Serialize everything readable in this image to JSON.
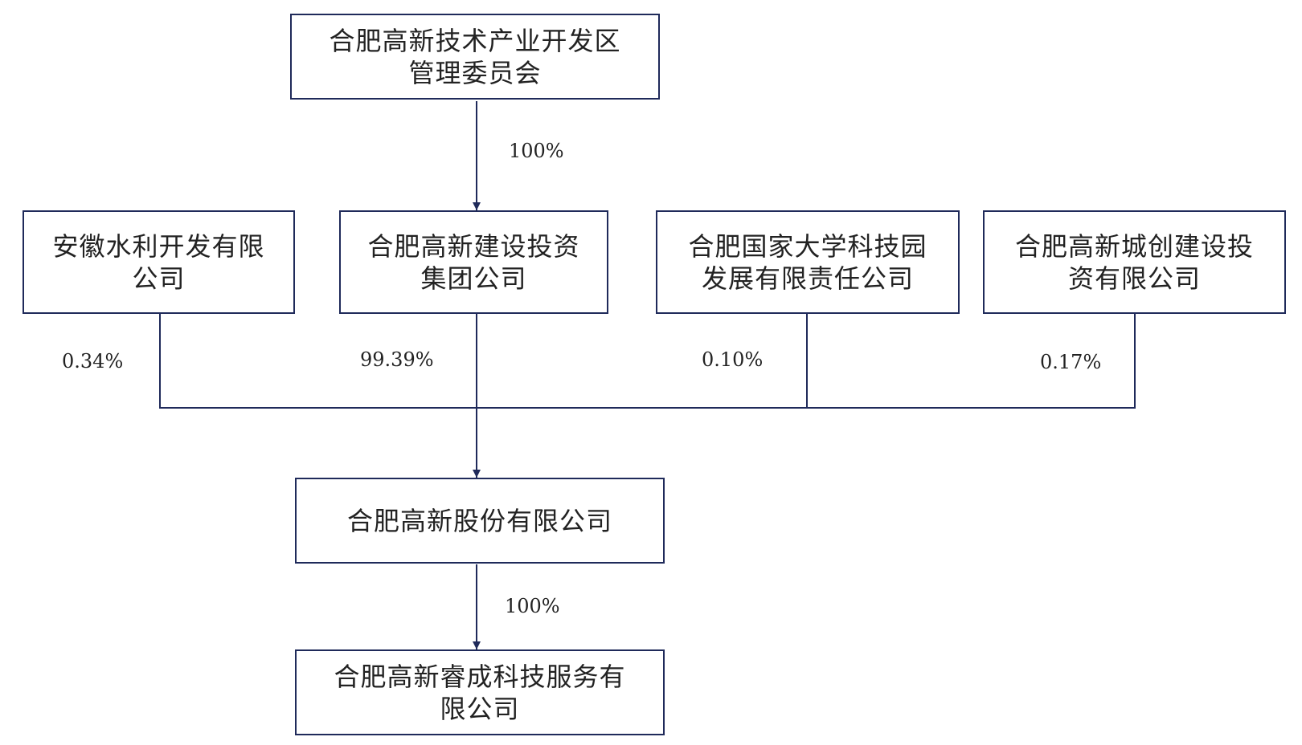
{
  "entities": {
    "committee": {
      "line1": "合肥高新技术产业开发区",
      "line2": "管理委员会"
    },
    "anhui_water": {
      "line1": "安徽水利开发有限",
      "line2": "公司"
    },
    "construction_group": {
      "line1": "合肥高新建设投资",
      "line2": "集团公司"
    },
    "univ_science_park": {
      "line1": "合肥国家大学科技园",
      "line2": "发展有限责任公司"
    },
    "city_construction": {
      "line1": "合肥高新城创建设投",
      "line2": "资有限公司"
    },
    "hefei_gaoxin_shares": {
      "line1": "合肥高新股份有限公司"
    },
    "ruicheng": {
      "line1": "合肥高新睿成科技服务有",
      "line2": "限公司"
    }
  },
  "ownership": {
    "committee_to_group": "100%",
    "anhui_water_stake": "0.34%",
    "group_stake": "99.39%",
    "science_park_stake": "0.10%",
    "city_construction_stake": "0.17%",
    "shares_to_ruicheng": "100%"
  },
  "colors": {
    "line": "#1f2a5a",
    "text": "#222222"
  }
}
